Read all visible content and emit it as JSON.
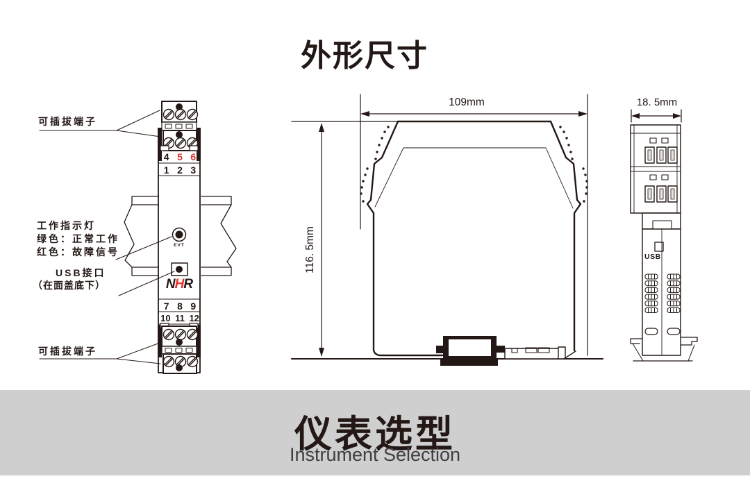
{
  "title": "外形尺寸",
  "front_view": {
    "callout_top_terminal": "可插拔端子",
    "callout_indicator": [
      "工作指示灯",
      "绿色：正常工作",
      "红色：故障信号"
    ],
    "callout_usb": [
      "USB接口",
      "（在面盖底下）"
    ],
    "callout_bottom_terminal": "可插拔端子",
    "terminal_row_456": [
      "4",
      "5",
      "6"
    ],
    "terminal_row_123": [
      "1",
      "2",
      "3"
    ],
    "terminal_row_789": [
      "7",
      "8",
      "9"
    ],
    "terminal_row_101112": [
      "10",
      "11",
      "12"
    ],
    "led_label": "EVT",
    "brand_logo": [
      "N",
      "H",
      "R"
    ]
  },
  "side_view": {
    "width_label": "109mm",
    "height_label": "116. 5mm"
  },
  "end_view": {
    "width_label": "18. 5mm",
    "usb_label": "USB"
  },
  "banner": {
    "title_cn": "仪表选型",
    "subtitle_en": "Instrument Selection"
  },
  "colors": {
    "ink": "#231815",
    "accent_red": "#e8322d",
    "banner_bg": "#cfcfcf"
  }
}
